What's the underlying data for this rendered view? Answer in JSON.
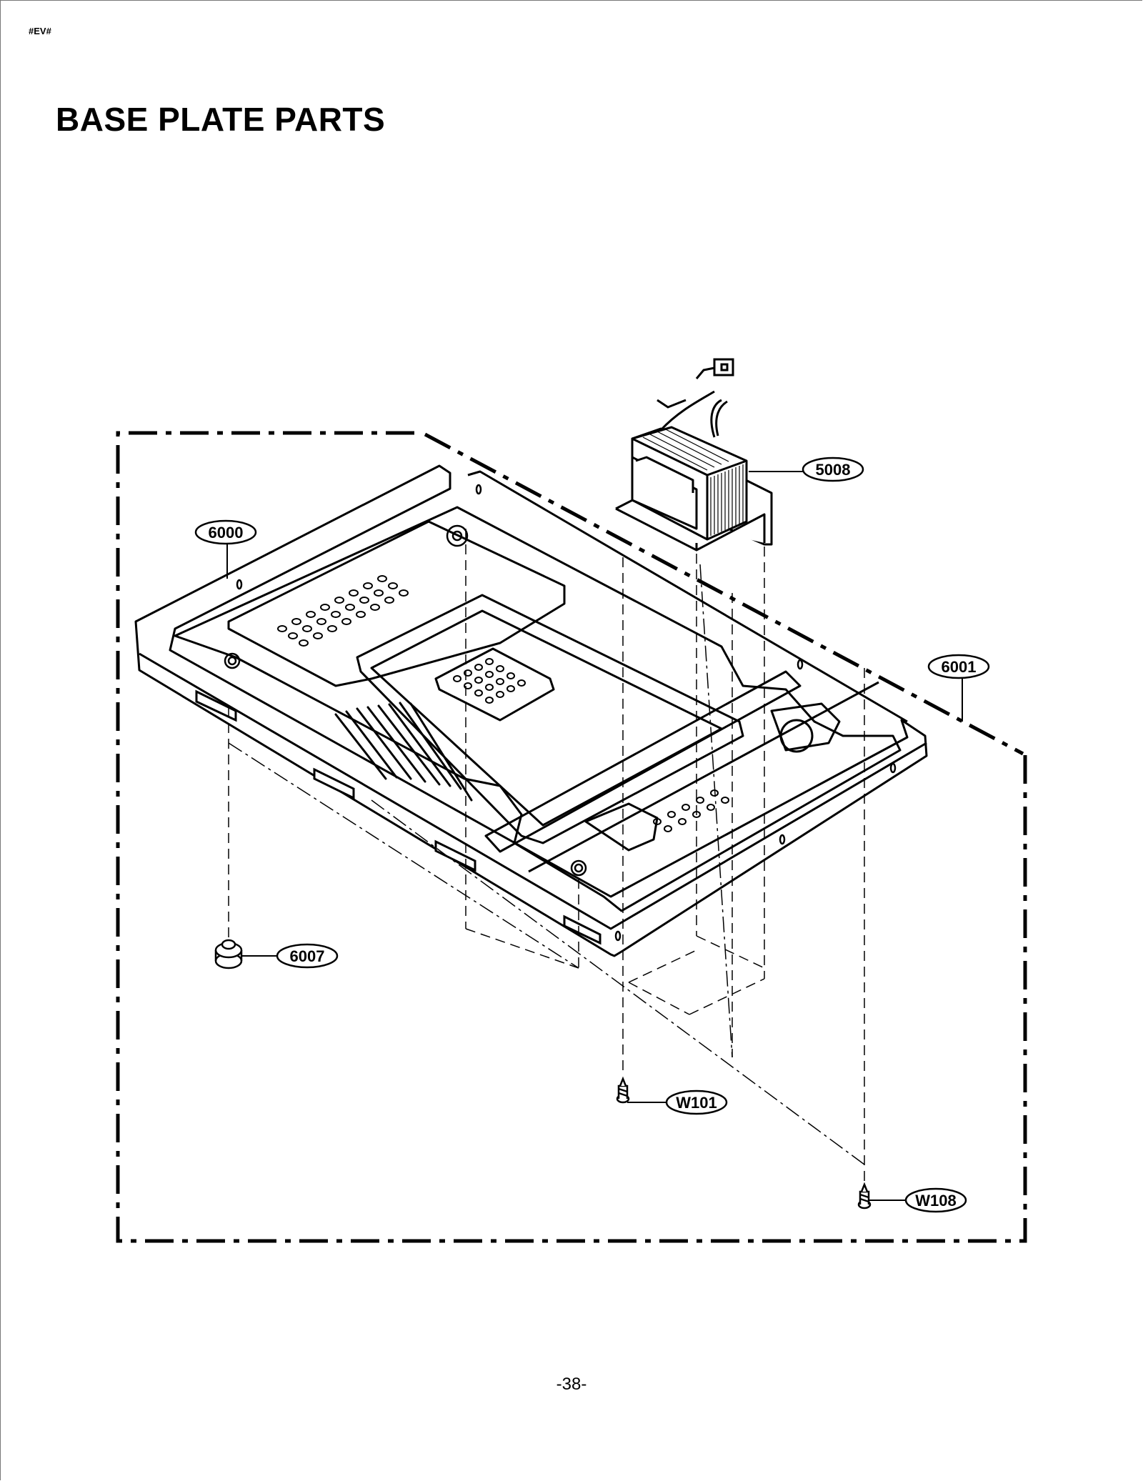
{
  "header": {
    "code": "#EV#",
    "title": "BASE PLATE PARTS"
  },
  "callouts": {
    "c5008": "5008",
    "c6000": "6000",
    "c6001": "6001",
    "c6007": "6007",
    "cW101": "W101",
    "cW108": "W108"
  },
  "footer": {
    "page": "-38-"
  },
  "colors": {
    "line": "#000000",
    "background": "#ffffff"
  }
}
